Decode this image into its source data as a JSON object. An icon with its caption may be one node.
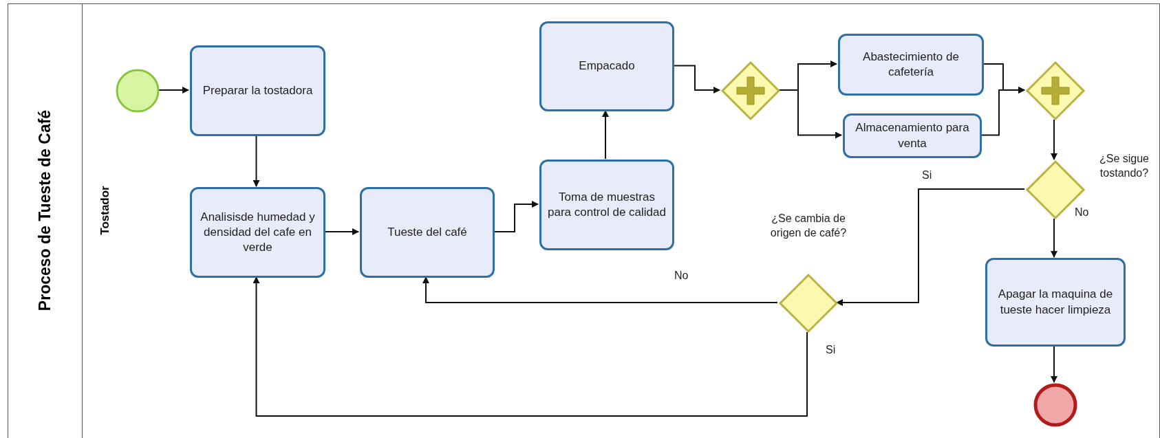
{
  "diagram": {
    "nodes": [
      {
        "text": [
          "Proceso de Tueste de Café"
        ]
      },
      {
        "text": [
          "Tostador"
        ],
        "in": 0
      },
      {
        "text": [],
        "shape": "circle",
        "in": 1
      },
      {
        "text": [
          "Preparar la tostadora"
        ],
        "in": 1
      },
      {
        "text": [
          "Analisisde humedad y densidad del cafe en verde"
        ],
        "in": 1
      },
      {
        "text": [
          "Tueste del café"
        ],
        "in": 1
      },
      {
        "text": [
          "Toma de muestras para control de calidad"
        ],
        "in": 1
      },
      {
        "text": [
          "Empacado"
        ],
        "in": 1
      },
      {
        "text": [],
        "shape": "diamond",
        "in": 1
      },
      {
        "text": [
          "Abastecimiento de cafetería"
        ],
        "in": 1
      },
      {
        "text": [
          "Almacenamiento para venta"
        ],
        "in": 1
      },
      {
        "text": [],
        "shape": "diamond",
        "in": 1
      },
      {
        "text": [
          "¿Se sigue tostando?"
        ],
        "in": 1
      },
      {
        "text": [
          "Apagar la maquina de tueste hacer limpieza"
        ],
        "in": 1
      },
      {
        "text": [
          "¿Se cambia de origen de café?"
        ],
        "in": 1
      },
      {
        "text": [],
        "shape": "circle",
        "in": 1
      }
    ],
    "edges": [
      {
        "from": 2,
        "to": 3,
        "arrow": "to"
      },
      {
        "from": 3,
        "to": 4,
        "arrow": "to"
      },
      {
        "from": 4,
        "to": 5,
        "arrow": "to"
      },
      {
        "from": 5,
        "to": 6,
        "arrow": "to"
      },
      {
        "from": 6,
        "to": 7,
        "arrow": "to"
      },
      {
        "from": 7,
        "to": 8,
        "arrow": "to"
      },
      {
        "from": 8,
        "to": 9,
        "arrow": "to"
      },
      {
        "from": 8,
        "to": 10,
        "arrow": "to"
      },
      {
        "from": 9,
        "to": 11,
        "arrow": "to"
      },
      {
        "from": 10,
        "to": 11,
        "arrow": "to"
      },
      {
        "from": 11,
        "to": 12,
        "arrow": "to"
      },
      {
        "from": 12,
        "to": 13,
        "label": "No",
        "arrow": "to"
      },
      {
        "from": 12,
        "to": 14,
        "label": "Si",
        "arrow": "to"
      },
      {
        "from": 14,
        "to": 5,
        "label": "No",
        "arrow": "to"
      },
      {
        "from": 14,
        "to": 4,
        "label": "Si",
        "arrow": "to"
      },
      {
        "from": 13,
        "to": 15,
        "arrow": "to"
      }
    ]
  }
}
